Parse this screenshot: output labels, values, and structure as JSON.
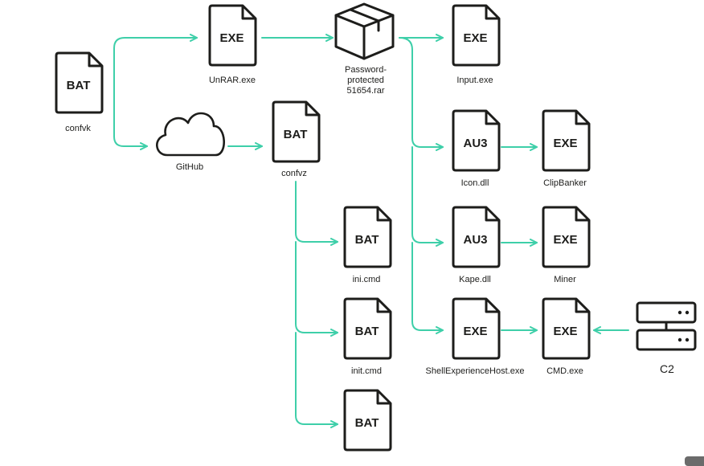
{
  "colors": {
    "arrow": "#3ecfa9",
    "icon": "#1d1d1b"
  },
  "nodes": {
    "confvk": {
      "tag": "BAT",
      "label": "confvk"
    },
    "unrar": {
      "tag": "EXE",
      "label": "UnRAR.exe"
    },
    "github": {
      "icon": "cloud-icon",
      "label": "GitHub"
    },
    "archive": {
      "icon": "package-box-icon",
      "label_lines": [
        "Password-",
        "protected",
        "51654.rar"
      ]
    },
    "confvz": {
      "tag": "BAT",
      "label": "confvz"
    },
    "input": {
      "tag": "EXE",
      "label": "Input.exe"
    },
    "icon_dll": {
      "tag": "AU3",
      "label": "Icon.dll"
    },
    "clipbanker": {
      "tag": "EXE",
      "label": "ClipBanker"
    },
    "kape_dll": {
      "tag": "AU3",
      "label": "Kape.dll"
    },
    "miner": {
      "tag": "EXE",
      "label": "Miner"
    },
    "ini_cmd": {
      "tag": "BAT",
      "label": "ini.cmd"
    },
    "init_cmd": {
      "tag": "BAT",
      "label": "init.cmd"
    },
    "shell": {
      "tag": "EXE",
      "label": "ShellExperienceHost.exe"
    },
    "cmd": {
      "tag": "EXE",
      "label": "CMD.exe"
    },
    "c2": {
      "icon": "server-icon",
      "label": "C2"
    },
    "bat5": {
      "tag": "BAT",
      "label": ""
    }
  }
}
